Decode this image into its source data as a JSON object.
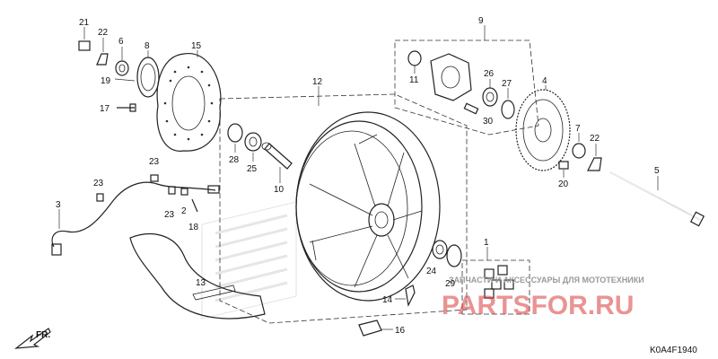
{
  "diagram_code": "K0A4F1940",
  "direction_label": "FR.",
  "watermark": {
    "top": "ЗАПЧАСТИ И АКСЕССУАРЫ ДЛЯ МОТОТЕХНИКИ",
    "brand": "PARTSFOR.RU"
  },
  "labels": [
    {
      "id": "21",
      "text": "21"
    },
    {
      "id": "22a",
      "text": "22"
    },
    {
      "id": "6",
      "text": "6"
    },
    {
      "id": "8",
      "text": "8"
    },
    {
      "id": "15",
      "text": "15"
    },
    {
      "id": "19",
      "text": "19"
    },
    {
      "id": "17",
      "text": "17"
    },
    {
      "id": "12",
      "text": "12"
    },
    {
      "id": "9",
      "text": "9"
    },
    {
      "id": "11",
      "text": "11"
    },
    {
      "id": "26",
      "text": "26"
    },
    {
      "id": "27",
      "text": "27"
    },
    {
      "id": "30",
      "text": "30"
    },
    {
      "id": "4",
      "text": "4"
    },
    {
      "id": "7",
      "text": "7"
    },
    {
      "id": "22b",
      "text": "22"
    },
    {
      "id": "20",
      "text": "20"
    },
    {
      "id": "5",
      "text": "5"
    },
    {
      "id": "28",
      "text": "28"
    },
    {
      "id": "25",
      "text": "25"
    },
    {
      "id": "10",
      "text": "10"
    },
    {
      "id": "23a",
      "text": "23"
    },
    {
      "id": "23b",
      "text": "23"
    },
    {
      "id": "23c",
      "text": "23"
    },
    {
      "id": "2",
      "text": "2"
    },
    {
      "id": "3",
      "text": "3"
    },
    {
      "id": "18",
      "text": "18"
    },
    {
      "id": "1",
      "text": "1"
    },
    {
      "id": "24",
      "text": "24"
    },
    {
      "id": "29",
      "text": "29"
    },
    {
      "id": "13",
      "text": "13"
    },
    {
      "id": "14",
      "text": "14"
    },
    {
      "id": "16",
      "text": "16"
    }
  ]
}
